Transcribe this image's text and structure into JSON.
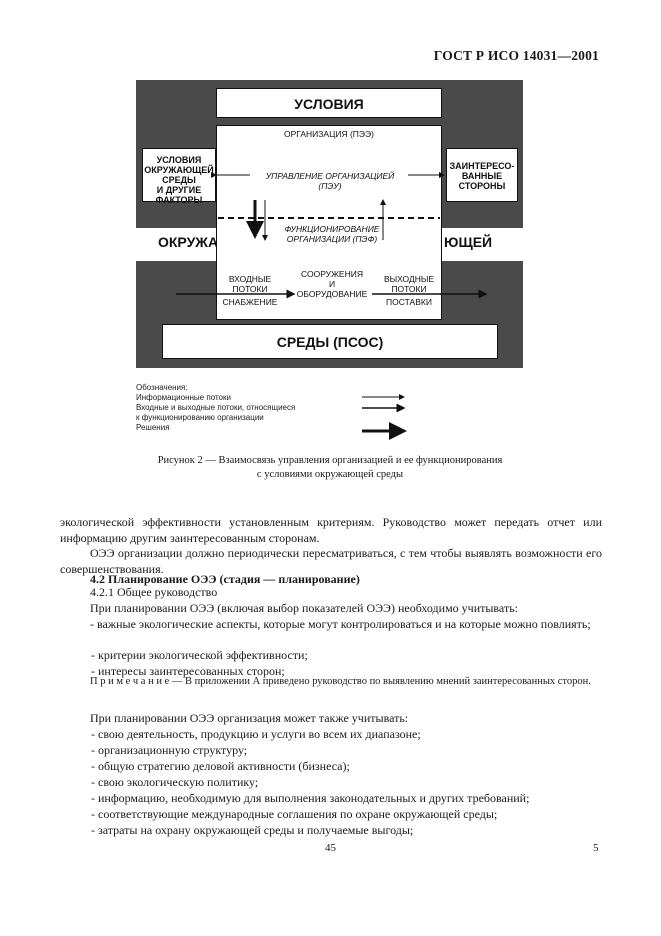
{
  "header": {
    "title": "ГОСТ Р ИСО 14031—2001"
  },
  "diagram": {
    "conditions": "УСЛОВИЯ",
    "org": "ОРГАНИЗАЦИЯ (ПЭЭ)",
    "env_left": "ОКРУЖА",
    "env_right": "ЮЩЕЙ",
    "env_bottom": "СРЕДЫ (ПСОС)",
    "left_box": [
      "УСЛОВИЯ",
      "ОКРУЖАЮЩЕЙ",
      "СРЕДЫ",
      "И ДРУГИЕ",
      "ФАКТОРЫ"
    ],
    "right_box": [
      "ЗАИНТЕРЕСО-",
      "ВАННЫЕ",
      "СТОРОНЫ"
    ],
    "management": [
      "УПРАВЛЕНИЕ ОРГАНИЗАЦИЕЙ",
      "(ПЭУ)"
    ],
    "operation": [
      "ФУНКЦИОНИРОВАНИЕ",
      "ОРГАНИЗАЦИИ (ПЭФ)"
    ],
    "inputs": [
      "ВХОДНЫЕ",
      "ПОТОКИ"
    ],
    "supply": "СНАБЖЕНИЕ",
    "facilities": [
      "СООРУЖЕНИЯ",
      "И",
      "ОБОРУДОВАНИЕ"
    ],
    "outputs": [
      "ВЫХОДНЫЕ",
      "ПОТОКИ"
    ],
    "deliveries": "ПОСТАВКИ"
  },
  "legend": {
    "title": "Обозначения:",
    "info": "Информационные потоки",
    "flows_1": "Входные и выходные потоки, относящиеся",
    "flows_2": "к функционированию организации",
    "decisions": "Решения"
  },
  "caption": {
    "line1": "Рисунок 2 — Взаимосвязь управления организацией и ее функционирования",
    "line2": "с условиями окружающей среды"
  },
  "body": {
    "p1": "экологической эффективности установленным критериям. Руководство может передать отчет или информацию другим заинтересованным сторонам.",
    "p2": "ОЭЭ организации должно периодически пересматриваться, с тем чтобы выявлять возможности его совершенствования.",
    "h42": "4.2 Планирование ОЭЭ (стадия — планирование)",
    "h421": "4.2.1 Общее руководство",
    "p3": "При планировании ОЭЭ (включая выбор показателей ОЭЭ) необходимо учитывать:",
    "list1": [
      "- важные экологические аспекты, которые могут контролироваться и на которые можно повлиять;",
      "- критерии экологической эффективности;",
      "- интересы заинтересованных сторон;"
    ],
    "note_label": "П р и м е ч а н и е",
    "note_text": " — В приложении А приведено руководство по выявлению мнений заинтересованных сторон.",
    "p4": "При планировании ОЭЭ организация может также учитывать:",
    "list2": [
      "- свою деятельность, продукцию и услуги во всем их диапазоне;",
      "- организационную структуру;",
      "- общую стратегию деловой активности (бизнеса);",
      "- свою экологическую политику;",
      "- информацию, необходимую для выполнения законодательных и других требований;",
      "- соответствующие международные соглашения по охране окружающей среды;",
      "- затраты на охрану окружающей среды и получаемые выгоды;"
    ]
  },
  "footer": {
    "page_center": "45",
    "page_right": "5"
  }
}
